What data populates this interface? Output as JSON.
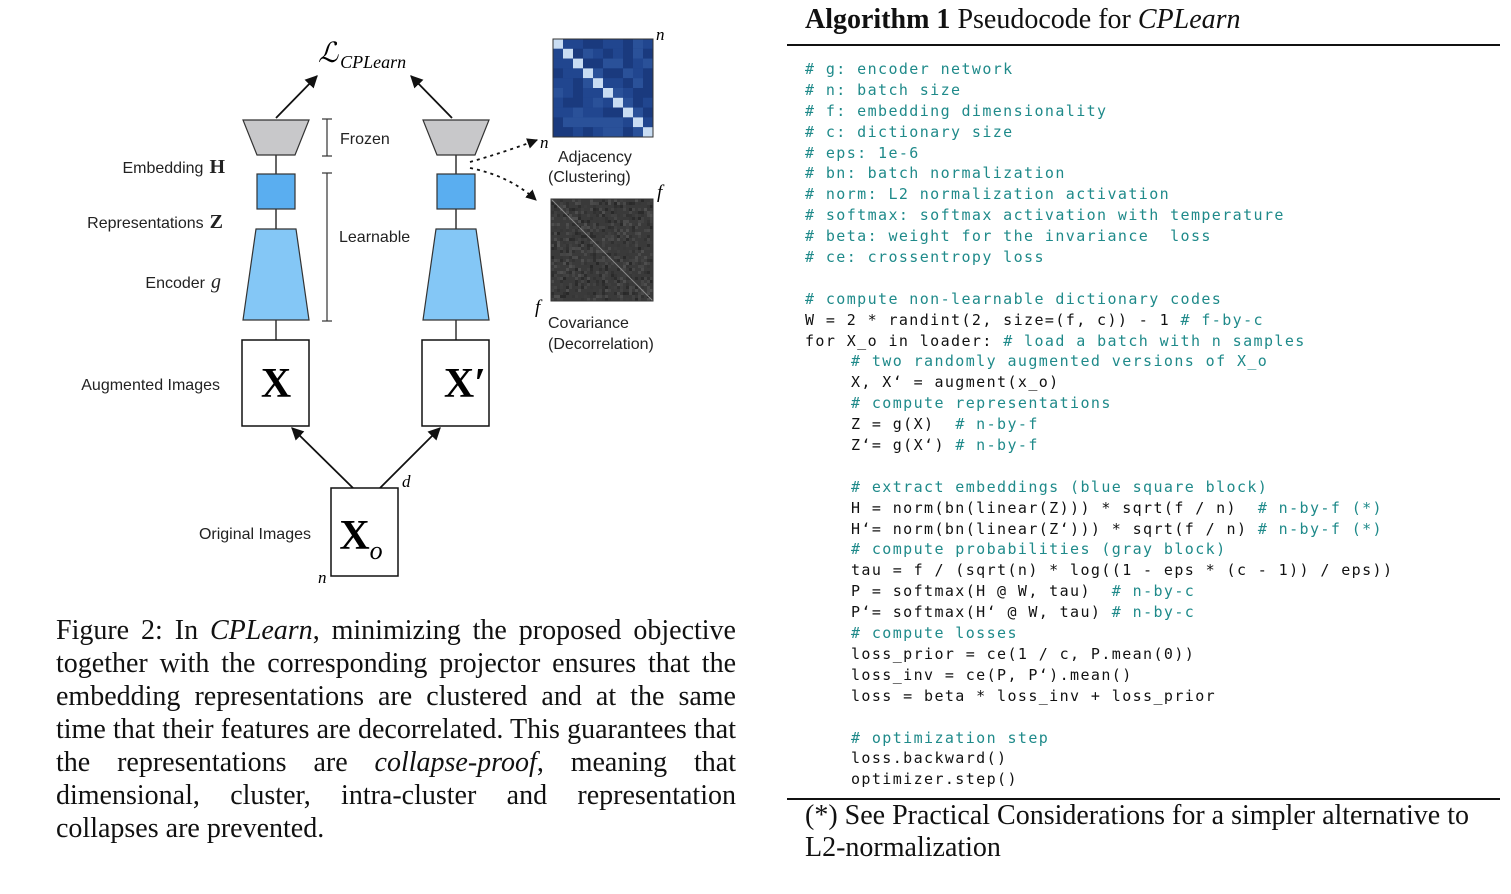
{
  "figure": {
    "loss_label": "ℒ",
    "loss_subscript": "CPLearn",
    "frozen_label": "Frozen",
    "learnable_label": "Learnable",
    "embedding_label": "Embedding",
    "embedding_symbol": "H",
    "representations_label": "Representations",
    "representations_symbol": "Z",
    "encoder_label": "Encoder",
    "encoder_symbol": "g",
    "augmented_label": "Augmented Images",
    "x_label": "X",
    "x_prime_label": "X′",
    "original_label": "Original Images",
    "xo_label": "X",
    "xo_subscript": "o",
    "dim_d": "d",
    "dim_n": "n",
    "dim_f": "f",
    "adjacency_line1": "Adjacency",
    "adjacency_line2": "(Clustering)",
    "covariance_line1": "Covariance",
    "covariance_line2": "(Decorrelation)",
    "colors": {
      "head_gray": "#c8c8ca",
      "emb_blue": "#5aaef0",
      "enc_blue": "#84c7f6",
      "adj_dark": "#1d3f86",
      "adj_diag": "#c9ddf3",
      "cov_dark": "#3a3a3a",
      "code_comment": "#1f8a8a"
    }
  },
  "caption": {
    "prefix": "Figure 2: In ",
    "name": "CPLearn",
    "part1": ", minimizing the proposed objective together with the corresponding projector ensures that the embedding representations are clustered and at the same time that their features are decorrelated.  This guarantees that the representations are ",
    "emph": "collapse-proof",
    "part2": ", meaning that dimensional, cluster, intra-cluster and representation collapses are prevented."
  },
  "algorithm": {
    "label": "Algorithm 1",
    "title_text": "Pseudocode for",
    "title_name": "CPLearn",
    "lines": [
      {
        "indent": 0,
        "code": "",
        "comment": "# g: encoder network"
      },
      {
        "indent": 0,
        "code": "",
        "comment": "# n: batch size"
      },
      {
        "indent": 0,
        "code": "",
        "comment": "# f: embedding dimensionality"
      },
      {
        "indent": 0,
        "code": "",
        "comment": "# c: dictionary size"
      },
      {
        "indent": 0,
        "code": "",
        "comment": "# eps: 1e-6"
      },
      {
        "indent": 0,
        "code": "",
        "comment": "# bn: batch normalization"
      },
      {
        "indent": 0,
        "code": "",
        "comment": "# norm: L2 normalization activation"
      },
      {
        "indent": 0,
        "code": "",
        "comment": "# softmax: softmax activation with temperature"
      },
      {
        "indent": 0,
        "code": "",
        "comment": "# beta: weight for the invariance  loss"
      },
      {
        "indent": 0,
        "code": "",
        "comment": "# ce: crossentropy loss"
      },
      {
        "indent": 0,
        "code": "",
        "comment": ""
      },
      {
        "indent": 0,
        "code": "",
        "comment": "# compute non-learnable dictionary codes"
      },
      {
        "indent": 0,
        "code": "W = 2 * randint(2, size=(f, c)) - 1 ",
        "comment": "# f-by-c"
      },
      {
        "indent": 0,
        "code": "for X_o in loader: ",
        "comment": "# load a batch with n samples"
      },
      {
        "indent": 1,
        "code": "",
        "comment": "# two randomly augmented versions of X_o"
      },
      {
        "indent": 1,
        "code": "X, X‘ = augment(x_o)",
        "comment": ""
      },
      {
        "indent": 1,
        "code": "",
        "comment": "# compute representations"
      },
      {
        "indent": 1,
        "code": "Z = g(X)  ",
        "comment": "# n-by-f"
      },
      {
        "indent": 1,
        "code": "Z‘= g(X‘) ",
        "comment": "# n-by-f"
      },
      {
        "indent": 0,
        "code": "",
        "comment": ""
      },
      {
        "indent": 1,
        "code": "",
        "comment": "# extract embeddings (blue square block)"
      },
      {
        "indent": 1,
        "code": "H = norm(bn(linear(Z))) * sqrt(f / n)  ",
        "comment": "# n-by-f (*)"
      },
      {
        "indent": 1,
        "code": "H‘= norm(bn(linear(Z‘))) * sqrt(f / n) ",
        "comment": "# n-by-f (*)"
      },
      {
        "indent": 1,
        "code": "",
        "comment": "# compute probabilities (gray block)"
      },
      {
        "indent": 1,
        "code": "tau = f / (sqrt(n) * log((1 - eps * (c - 1)) / eps))",
        "comment": ""
      },
      {
        "indent": 1,
        "code": "P = softmax(H @ W, tau)  ",
        "comment": "# n-by-c"
      },
      {
        "indent": 1,
        "code": "P‘= softmax(H‘ @ W, tau) ",
        "comment": "# n-by-c"
      },
      {
        "indent": 1,
        "code": "",
        "comment": "# compute losses"
      },
      {
        "indent": 1,
        "code": "loss_prior = ce(1 / c, P.mean(0))",
        "comment": ""
      },
      {
        "indent": 1,
        "code": "loss_inv = ce(P, P‘).mean()",
        "comment": ""
      },
      {
        "indent": 1,
        "code": "loss = beta * loss_inv + loss_prior",
        "comment": ""
      },
      {
        "indent": 0,
        "code": "",
        "comment": ""
      },
      {
        "indent": 1,
        "code": "",
        "comment": "# optimization step"
      },
      {
        "indent": 1,
        "code": "loss.backward()",
        "comment": ""
      },
      {
        "indent": 1,
        "code": "optimizer.step()",
        "comment": ""
      }
    ],
    "footnote": "(*) See Practical Considerations for a simpler alternative to L2-normalization"
  }
}
